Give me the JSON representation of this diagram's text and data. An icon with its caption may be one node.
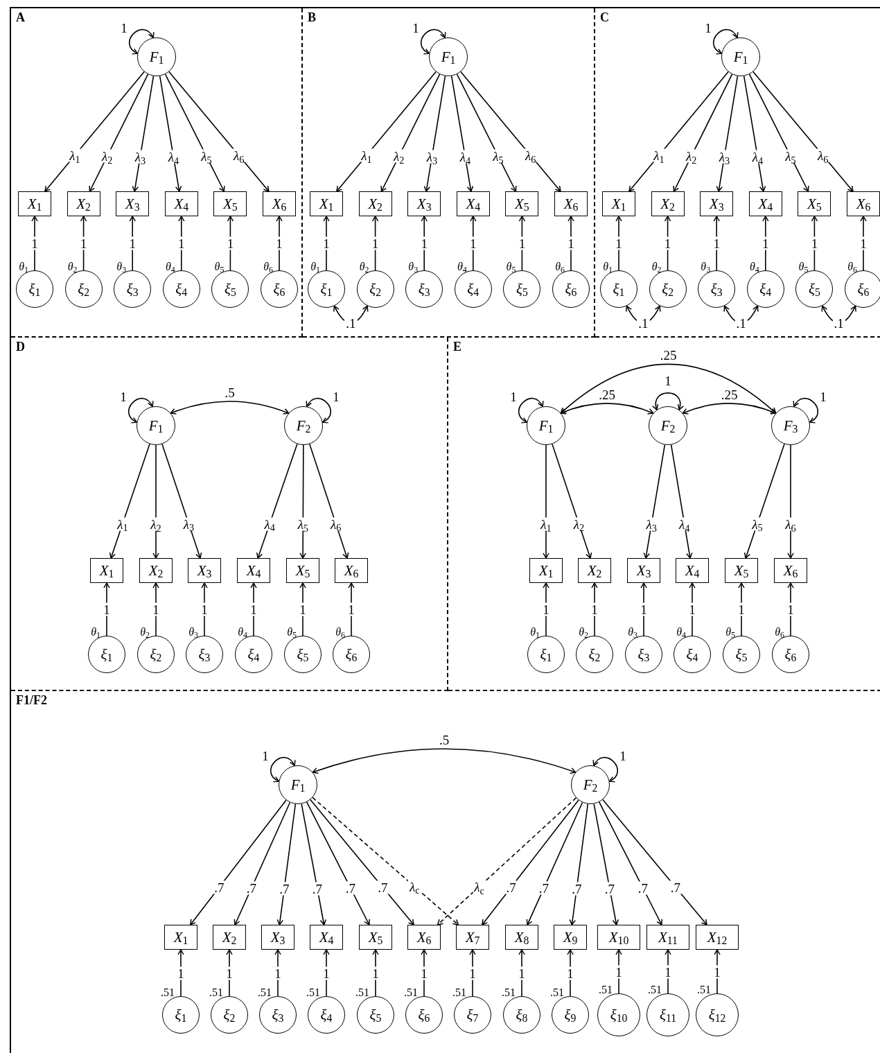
{
  "diagram": {
    "nodes": [
      {
        "text": [
          "A"
        ]
      },
      {
        "text": [
          "*F*$_{1}$"
        ],
        "in": 0
      },
      {
        "text": [
          "*X*$_{1}$"
        ],
        "in": 0
      },
      {
        "text": [
          "*X*$_{2}$"
        ],
        "in": 0
      },
      {
        "text": [
          "*X*$_{3}$"
        ],
        "in": 0
      },
      {
        "text": [
          "*X*$_{4}$"
        ],
        "in": 0
      },
      {
        "text": [
          "*X*$_{5}$"
        ],
        "in": 0
      },
      {
        "text": [
          "*X*$_{6}$"
        ],
        "in": 0
      },
      {
        "text": [
          "*ξ*$_{1}$"
        ],
        "in": 0,
        "beside": [
          "*θ*$_{1}$"
        ]
      },
      {
        "text": [
          "*ξ*$_{2}$"
        ],
        "in": 0,
        "beside": [
          "*θ*$_{2}$"
        ]
      },
      {
        "text": [
          "*ξ*$_{3}$"
        ],
        "in": 0,
        "beside": [
          "*θ*$_{3}$"
        ]
      },
      {
        "text": [
          "*ξ*$_{4}$"
        ],
        "in": 0,
        "beside": [
          "*θ*$_{4}$"
        ]
      },
      {
        "text": [
          "*ξ*$_{5}$"
        ],
        "in": 0,
        "beside": [
          "*θ*$_{5}$"
        ]
      },
      {
        "text": [
          "*ξ*$_{6}$"
        ],
        "in": 0,
        "beside": [
          "*θ*$_{6}$"
        ]
      },
      {
        "text": [
          "B"
        ]
      },
      {
        "text": [
          "*F*$_{1}$"
        ],
        "in": 14
      },
      {
        "text": [
          "*X*$_{1}$"
        ],
        "in": 14
      },
      {
        "text": [
          "*X*$_{2}$"
        ],
        "in": 14
      },
      {
        "text": [
          "*X*$_{3}$"
        ],
        "in": 14
      },
      {
        "text": [
          "*X*$_{4}$"
        ],
        "in": 14
      },
      {
        "text": [
          "*X*$_{5}$"
        ],
        "in": 14
      },
      {
        "text": [
          "*X*$_{6}$"
        ],
        "in": 14
      },
      {
        "text": [
          "*ξ*$_{1}$"
        ],
        "in": 14,
        "beside": [
          "*θ*$_{1}$"
        ]
      },
      {
        "text": [
          "*ξ*$_{2}$"
        ],
        "in": 14,
        "beside": [
          "*θ*$_{2}$"
        ]
      },
      {
        "text": [
          "*ξ*$_{3}$"
        ],
        "in": 14,
        "beside": [
          "*θ*$_{3}$"
        ]
      },
      {
        "text": [
          "*ξ*$_{4}$"
        ],
        "in": 14,
        "beside": [
          "*θ*$_{4}$"
        ]
      },
      {
        "text": [
          "*ξ*$_{5}$"
        ],
        "in": 14,
        "beside": [
          "*θ*$_{5}$"
        ]
      },
      {
        "text": [
          "*ξ*$_{6}$"
        ],
        "in": 14,
        "beside": [
          "*θ*$_{6}$"
        ]
      },
      {
        "text": [
          "C"
        ]
      },
      {
        "text": [
          "*F*$_{1}$"
        ],
        "in": 28
      },
      {
        "text": [
          "*X*$_{1}$"
        ],
        "in": 28
      },
      {
        "text": [
          "*X*$_{2}$"
        ],
        "in": 28
      },
      {
        "text": [
          "*X*$_{3}$"
        ],
        "in": 28
      },
      {
        "text": [
          "*X*$_{4}$"
        ],
        "in": 28
      },
      {
        "text": [
          "*X*$_{5}$"
        ],
        "in": 28
      },
      {
        "text": [
          "*X*$_{6}$"
        ],
        "in": 28
      },
      {
        "text": [
          "*ξ*$_{1}$"
        ],
        "in": 28,
        "beside": [
          "*θ*$_{1}$"
        ]
      },
      {
        "text": [
          "*ξ*$_{2}$"
        ],
        "in": 28,
        "beside": [
          "*θ*$_{2}$"
        ]
      },
      {
        "text": [
          "*ξ*$_{3}$"
        ],
        "in": 28,
        "beside": [
          "*θ*$_{3}$"
        ]
      },
      {
        "text": [
          "*ξ*$_{4}$"
        ],
        "in": 28,
        "beside": [
          "*θ*$_{4}$"
        ]
      },
      {
        "text": [
          "*ξ*$_{5}$"
        ],
        "in": 28,
        "beside": [
          "*θ*$_{5}$"
        ]
      },
      {
        "text": [
          "*ξ*$_{6}$"
        ],
        "in": 28,
        "beside": [
          "*θ*$_{6}$"
        ]
      },
      {
        "text": [
          "D"
        ]
      },
      {
        "text": [
          "*F*$_{1}$"
        ],
        "in": 42
      },
      {
        "text": [
          "*F*$_{2}$"
        ],
        "in": 42
      },
      {
        "text": [
          "*X*$_{1}$"
        ],
        "in": 42
      },
      {
        "text": [
          "*X*$_{2}$"
        ],
        "in": 42
      },
      {
        "text": [
          "*X*$_{3}$"
        ],
        "in": 42
      },
      {
        "text": [
          "*X*$_{4}$"
        ],
        "in": 42
      },
      {
        "text": [
          "*X*$_{5}$"
        ],
        "in": 42
      },
      {
        "text": [
          "*X*$_{6}$"
        ],
        "in": 42
      },
      {
        "text": [
          "*ξ*$_{1}$"
        ],
        "in": 42,
        "beside": [
          "*θ*$_{1}$"
        ]
      },
      {
        "text": [
          "*ξ*$_{2}$"
        ],
        "in": 42,
        "beside": [
          "*θ*$_{2}$"
        ]
      },
      {
        "text": [
          "*ξ*$_{3}$"
        ],
        "in": 42,
        "beside": [
          "*θ*$_{3}$"
        ]
      },
      {
        "text": [
          "*ξ*$_{4}$"
        ],
        "in": 42,
        "beside": [
          "*θ*$_{4}$"
        ]
      },
      {
        "text": [
          "*ξ*$_{5}$"
        ],
        "in": 42,
        "beside": [
          "*θ*$_{5}$"
        ]
      },
      {
        "text": [
          "*ξ*$_{6}$"
        ],
        "in": 42,
        "beside": [
          "*θ*$_{6}$"
        ]
      },
      {
        "text": [
          "E"
        ]
      },
      {
        "text": [
          "*F*$_{1}$"
        ],
        "in": 57
      },
      {
        "text": [
          "*F*$_{2}$"
        ],
        "in": 57
      },
      {
        "text": [
          "*F*$_{3}$"
        ],
        "in": 57
      },
      {
        "text": [
          "*X*$_{1}$"
        ],
        "in": 57
      },
      {
        "text": [
          "*X*$_{2}$"
        ],
        "in": 57
      },
      {
        "text": [
          "*X*$_{3}$"
        ],
        "in": 57
      },
      {
        "text": [
          "*X*$_{4}$"
        ],
        "in": 57
      },
      {
        "text": [
          "*X*$_{5}$"
        ],
        "in": 57
      },
      {
        "text": [
          "*X*$_{6}$"
        ],
        "in": 57
      },
      {
        "text": [
          "*ξ*$_{1}$"
        ],
        "in": 57,
        "beside": [
          "*θ*$_{1}$"
        ]
      },
      {
        "text": [
          "*ξ*$_{2}$"
        ],
        "in": 57,
        "beside": [
          "*θ*$_{2}$"
        ]
      },
      {
        "text": [
          "*ξ*$_{3}$"
        ],
        "in": 57,
        "beside": [
          "*θ*$_{3}$"
        ]
      },
      {
        "text": [
          "*ξ*$_{4}$"
        ],
        "in": 57,
        "beside": [
          "*θ*$_{4}$"
        ]
      },
      {
        "text": [
          "*ξ*$_{5}$"
        ],
        "in": 57,
        "beside": [
          "*θ*$_{5}$"
        ]
      },
      {
        "text": [
          "*ξ*$_{6}$"
        ],
        "in": 57,
        "beside": [
          "*θ*$_{6}$"
        ]
      },
      {
        "text": [
          "F1/F2"
        ]
      },
      {
        "text": [
          "*F*$_{1}$"
        ],
        "in": 73
      },
      {
        "text": [
          "*F*$_{2}$"
        ],
        "in": 73
      },
      {
        "text": [
          "*X*$_{1}$"
        ],
        "in": 73
      },
      {
        "text": [
          "*X*$_{2}$"
        ],
        "in": 73
      },
      {
        "text": [
          "*X*$_{3}$"
        ],
        "in": 73
      },
      {
        "text": [
          "*X*$_{4}$"
        ],
        "in": 73
      },
      {
        "text": [
          "*X*$_{5}$"
        ],
        "in": 73
      },
      {
        "text": [
          "*X*$_{6}$"
        ],
        "in": 73
      },
      {
        "text": [
          "*X*$_{7}$"
        ],
        "in": 73
      },
      {
        "text": [
          "*X*$_{8}$"
        ],
        "in": 73
      },
      {
        "text": [
          "*X*$_{9}$"
        ],
        "in": 73
      },
      {
        "text": [
          "*X*$_{10}$"
        ],
        "in": 73
      },
      {
        "text": [
          "*X*$_{11}$"
        ],
        "in": 73
      },
      {
        "text": [
          "*X*$_{12}$"
        ],
        "in": 73
      },
      {
        "text": [
          "*ξ*$_{1}$"
        ],
        "in": 73,
        "beside": [
          ".51"
        ]
      },
      {
        "text": [
          "*ξ*$_{2}$"
        ],
        "in": 73,
        "beside": [
          ".51"
        ]
      },
      {
        "text": [
          "*ξ*$_{3}$"
        ],
        "in": 73,
        "beside": [
          ".51"
        ]
      },
      {
        "text": [
          "*ξ*$_{4}$"
        ],
        "in": 73,
        "beside": [
          ".51"
        ]
      },
      {
        "text": [
          "*ξ*$_{5}$"
        ],
        "in": 73,
        "beside": [
          ".51"
        ]
      },
      {
        "text": [
          "*ξ*$_{6}$"
        ],
        "in": 73,
        "beside": [
          ".51"
        ]
      },
      {
        "text": [
          "*ξ*$_{7}$"
        ],
        "in": 73,
        "beside": [
          ".51"
        ]
      },
      {
        "text": [
          "*ξ*$_{8}$"
        ],
        "in": 73,
        "beside": [
          ".51"
        ]
      },
      {
        "text": [
          "*ξ*$_{9}$"
        ],
        "in": 73,
        "beside": [
          ".51"
        ]
      },
      {
        "text": [
          "*ξ*$_{10}$"
        ],
        "in": 73,
        "beside": [
          ".51"
        ]
      },
      {
        "text": [
          "*ξ*$_{11}$"
        ],
        "in": 73,
        "beside": [
          ".51"
        ]
      },
      {
        "text": [
          "*ξ*$_{12}$"
        ],
        "in": 73,
        "beside": [
          ".51"
        ]
      }
    ],
    "edges": [
      {
        "from": 1,
        "to": 1,
        "arrow": "both",
        "label": "1"
      },
      {
        "from": 1,
        "to": 2,
        "arrow": "to",
        "label": "*λ*$_{1}$"
      },
      {
        "from": 1,
        "to": 3,
        "arrow": "to",
        "label": "*λ*$_{2}$"
      },
      {
        "from": 1,
        "to": 4,
        "arrow": "to",
        "label": "*λ*$_{3}$"
      },
      {
        "from": 1,
        "to": 5,
        "arrow": "to",
        "label": "*λ*$_{4}$"
      },
      {
        "from": 1,
        "to": 6,
        "arrow": "to",
        "label": "*λ*$_{5}$"
      },
      {
        "from": 1,
        "to": 7,
        "arrow": "to",
        "label": "*λ*$_{6}$"
      },
      {
        "from": 8,
        "to": 2,
        "arrow": "to",
        "label": "1"
      },
      {
        "from": 9,
        "to": 3,
        "arrow": "to",
        "label": "1"
      },
      {
        "from": 10,
        "to": 4,
        "arrow": "to",
        "label": "1"
      },
      {
        "from": 11,
        "to": 5,
        "arrow": "to",
        "label": "1"
      },
      {
        "from": 12,
        "to": 6,
        "arrow": "to",
        "label": "1"
      },
      {
        "from": 13,
        "to": 7,
        "arrow": "to",
        "label": "1"
      },
      {
        "from": 15,
        "to": 15,
        "arrow": "both",
        "label": "1"
      },
      {
        "from": 15,
        "to": 16,
        "arrow": "to",
        "label": "*λ*$_{1}$"
      },
      {
        "from": 15,
        "to": 17,
        "arrow": "to",
        "label": "*λ*$_{2}$"
      },
      {
        "from": 15,
        "to": 18,
        "arrow": "to",
        "label": "*λ*$_{3}$"
      },
      {
        "from": 15,
        "to": 19,
        "arrow": "to",
        "label": "*λ*$_{4}$"
      },
      {
        "from": 15,
        "to": 20,
        "arrow": "to",
        "label": "*λ*$_{5}$"
      },
      {
        "from": 15,
        "to": 21,
        "arrow": "to",
        "label": "*λ*$_{6}$"
      },
      {
        "from": 22,
        "to": 16,
        "arrow": "to",
        "label": "1"
      },
      {
        "from": 23,
        "to": 17,
        "arrow": "to",
        "label": "1"
      },
      {
        "from": 24,
        "to": 18,
        "arrow": "to",
        "label": "1"
      },
      {
        "from": 25,
        "to": 19,
        "arrow": "to",
        "label": "1"
      },
      {
        "from": 26,
        "to": 20,
        "arrow": "to",
        "label": "1"
      },
      {
        "from": 27,
        "to": 21,
        "arrow": "to",
        "label": "1"
      },
      {
        "from": 22,
        "to": 23,
        "arrow": "both",
        "label": ".1"
      },
      {
        "from": 29,
        "to": 29,
        "arrow": "both",
        "label": "1"
      },
      {
        "from": 29,
        "to": 30,
        "arrow": "to",
        "label": "*λ*$_{1}$"
      },
      {
        "from": 29,
        "to": 31,
        "arrow": "to",
        "label": "*λ*$_{2}$"
      },
      {
        "from": 29,
        "to": 32,
        "arrow": "to",
        "label": "*λ*$_{3}$"
      },
      {
        "from": 29,
        "to": 33,
        "arrow": "to",
        "label": "*λ*$_{4}$"
      },
      {
        "from": 29,
        "to": 34,
        "arrow": "to",
        "label": "*λ*$_{5}$"
      },
      {
        "from": 29,
        "to": 35,
        "arrow": "to",
        "label": "*λ*$_{6}$"
      },
      {
        "from": 36,
        "to": 30,
        "arrow": "to",
        "label": "1"
      },
      {
        "from": 37,
        "to": 31,
        "arrow": "to",
        "label": "1"
      },
      {
        "from": 38,
        "to": 32,
        "arrow": "to",
        "label": "1"
      },
      {
        "from": 39,
        "to": 33,
        "arrow": "to",
        "label": "1"
      },
      {
        "from": 40,
        "to": 34,
        "arrow": "to",
        "label": "1"
      },
      {
        "from": 41,
        "to": 35,
        "arrow": "to",
        "label": "1"
      },
      {
        "from": 36,
        "to": 37,
        "arrow": "both",
        "label": ".1"
      },
      {
        "from": 38,
        "to": 39,
        "arrow": "both",
        "label": ".1"
      },
      {
        "from": 40,
        "to": 41,
        "arrow": "both",
        "label": ".1"
      },
      {
        "from": 43,
        "to": 43,
        "arrow": "both",
        "label": "1"
      },
      {
        "from": 44,
        "to": 44,
        "arrow": "both",
        "label": "1"
      },
      {
        "from": 43,
        "to": 44,
        "arrow": "both",
        "label": ".5"
      },
      {
        "from": 43,
        "to": 45,
        "arrow": "to",
        "label": "*λ*$_{1}$"
      },
      {
        "from": 43,
        "to": 46,
        "arrow": "to",
        "label": "*λ*$_{2}$"
      },
      {
        "from": 43,
        "to": 47,
        "arrow": "to",
        "label": "*λ*$_{3}$"
      },
      {
        "from": 44,
        "to": 48,
        "arrow": "to",
        "label": "*λ*$_{4}$"
      },
      {
        "from": 44,
        "to": 49,
        "arrow": "to",
        "label": "*λ*$_{5}$"
      },
      {
        "from": 44,
        "to": 50,
        "arrow": "to",
        "label": "*λ*$_{6}$"
      },
      {
        "from": 51,
        "to": 45,
        "arrow": "to",
        "label": "1"
      },
      {
        "from": 52,
        "to": 46,
        "arrow": "to",
        "label": "1"
      },
      {
        "from": 53,
        "to": 47,
        "arrow": "to",
        "label": "1"
      },
      {
        "from": 54,
        "to": 48,
        "arrow": "to",
        "label": "1"
      },
      {
        "from": 55,
        "to": 49,
        "arrow": "to",
        "label": "1"
      },
      {
        "from": 56,
        "to": 50,
        "arrow": "to",
        "label": "1"
      },
      {
        "from": 58,
        "to": 58,
        "arrow": "both",
        "label": "1"
      },
      {
        "from": 59,
        "to": 59,
        "arrow": "both",
        "label": "1"
      },
      {
        "from": 60,
        "to": 60,
        "arrow": "both",
        "label": "1"
      },
      {
        "from": 58,
        "to": 59,
        "arrow": "both",
        "label": ".25"
      },
      {
        "from": 59,
        "to": 60,
        "arrow": "both",
        "label": ".25"
      },
      {
        "from": 58,
        "to": 60,
        "arrow": "both",
        "label": ".25"
      },
      {
        "from": 58,
        "to": 61,
        "arrow": "to",
        "label": "*λ*$_{1}$"
      },
      {
        "from": 58,
        "to": 62,
        "arrow": "to",
        "label": "*λ*$_{2}$"
      },
      {
        "from": 59,
        "to": 63,
        "arrow": "to",
        "label": "*λ*$_{3}$"
      },
      {
        "from": 59,
        "to": 64,
        "arrow": "to",
        "label": "*λ*$_{4}$"
      },
      {
        "from": 60,
        "to": 65,
        "arrow": "to",
        "label": "*λ*$_{5}$"
      },
      {
        "from": 60,
        "to": 66,
        "arrow": "to",
        "label": "*λ*$_{6}$"
      },
      {
        "from": 67,
        "to": 61,
        "arrow": "to",
        "label": "1"
      },
      {
        "from": 68,
        "to": 62,
        "arrow": "to",
        "label": "1"
      },
      {
        "from": 69,
        "to": 63,
        "arrow": "to",
        "label": "1"
      },
      {
        "from": 70,
        "to": 64,
        "arrow": "to",
        "label": "1"
      },
      {
        "from": 71,
        "to": 65,
        "arrow": "to",
        "label": "1"
      },
      {
        "from": 72,
        "to": 66,
        "arrow": "to",
        "label": "1"
      },
      {
        "from": 74,
        "to": 74,
        "arrow": "both",
        "label": "1"
      },
      {
        "from": 75,
        "to": 75,
        "arrow": "both",
        "label": "1"
      },
      {
        "from": 74,
        "to": 75,
        "arrow": "both",
        "label": ".5"
      },
      {
        "from": 74,
        "to": 76,
        "arrow": "to",
        "label": ".7"
      },
      {
        "from": 74,
        "to": 77,
        "arrow": "to",
        "label": ".7"
      },
      {
        "from": 74,
        "to": 78,
        "arrow": "to",
        "label": ".7"
      },
      {
        "from": 74,
        "to": 79,
        "arrow": "to",
        "label": ".7"
      },
      {
        "from": 74,
        "to": 80,
        "arrow": "to",
        "label": ".7"
      },
      {
        "from": 74,
        "to": 81,
        "arrow": "to",
        "label": ".7"
      },
      {
        "from": 74,
        "to": 82,
        "arrow": "to",
        "label": "*λ*$_{c}$",
        "style": "dashed"
      },
      {
        "from": 75,
        "to": 81,
        "arrow": "to",
        "label": "*λ*$_{c}$",
        "style": "dashed"
      },
      {
        "from": 75,
        "to": 82,
        "arrow": "to",
        "label": ".7"
      },
      {
        "from": 75,
        "to": 83,
        "arrow": "to",
        "label": ".7"
      },
      {
        "from": 75,
        "to": 84,
        "arrow": "to",
        "label": ".7"
      },
      {
        "from": 75,
        "to": 85,
        "arrow": "to",
        "label": ".7"
      },
      {
        "from": 75,
        "to": 86,
        "arrow": "to",
        "label": ".7"
      },
      {
        "from": 75,
        "to": 87,
        "arrow": "to",
        "label": ".7"
      },
      {
        "from": 88,
        "to": 76,
        "arrow": "to",
        "label": "1"
      },
      {
        "from": 89,
        "to": 77,
        "arrow": "to",
        "label": "1"
      },
      {
        "from": 90,
        "to": 78,
        "arrow": "to",
        "label": "1"
      },
      {
        "from": 91,
        "to": 79,
        "arrow": "to",
        "label": "1"
      },
      {
        "from": 92,
        "to": 80,
        "arrow": "to",
        "label": "1"
      },
      {
        "from": 93,
        "to": 81,
        "arrow": "to",
        "label": "1"
      },
      {
        "from": 94,
        "to": 82,
        "arrow": "to",
        "label": "1"
      },
      {
        "from": 95,
        "to": 83,
        "arrow": "to",
        "label": "1"
      },
      {
        "from": 96,
        "to": 84,
        "arrow": "to",
        "label": "1"
      },
      {
        "from": 97,
        "to": 85,
        "arrow": "to",
        "label": "1"
      },
      {
        "from": 98,
        "to": 86,
        "arrow": "to",
        "label": "1"
      },
      {
        "from": 99,
        "to": 87,
        "arrow": "to",
        "label": "1"
      }
    ]
  }
}
